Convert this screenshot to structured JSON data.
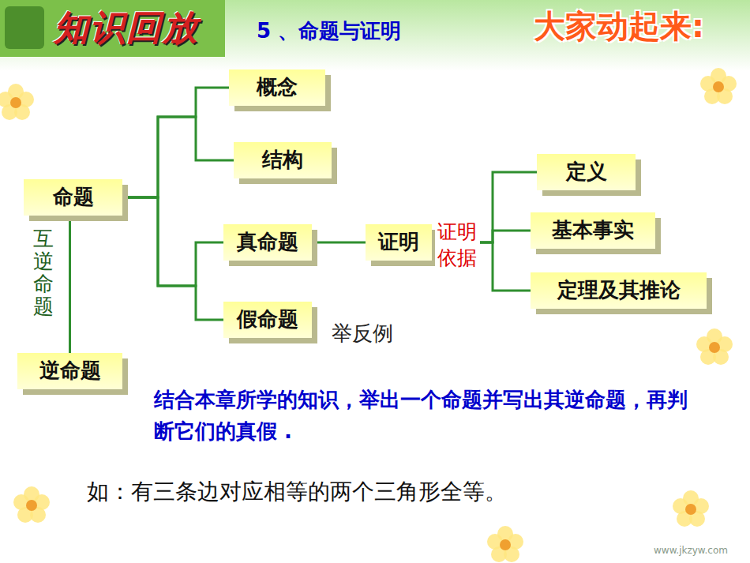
{
  "diagram": {
    "title": "5 、命题与证明",
    "nodes": [
      {
        "text": [
          "命题"
        ]
      },
      {
        "text": [
          "概念"
        ]
      },
      {
        "text": [
          "结构"
        ]
      },
      {
        "text": [
          "真命题"
        ]
      },
      {
        "text": [
          "假命题"
        ]
      },
      {
        "text": [
          "证明"
        ]
      },
      {
        "text": [
          "定义"
        ]
      },
      {
        "text": [
          "基本事实"
        ]
      },
      {
        "text": [
          "定理及其推论"
        ]
      },
      {
        "text": [
          "逆命题"
        ]
      }
    ],
    "edges": [
      {
        "from": 0,
        "to": 1,
        "arrow": "none"
      },
      {
        "from": 0,
        "to": 2,
        "arrow": "none"
      },
      {
        "from": 0,
        "to": 3,
        "arrow": "none"
      },
      {
        "from": 0,
        "to": 4,
        "arrow": "none"
      },
      {
        "from": 3,
        "to": 5,
        "arrow": "none"
      },
      {
        "from": 5,
        "to": 6,
        "arrow": "none"
      },
      {
        "from": 5,
        "to": 7,
        "arrow": "none"
      },
      {
        "from": 5,
        "to": 8,
        "arrow": "none"
      },
      {
        "from": 0,
        "to": 9,
        "label": "互逆命题",
        "arrow": "none"
      }
    ],
    "labels": [
      "知识回放",
      "大家动起来:",
      "证明依据",
      "举反例",
      "结合本章所学的知识，举出一个命题并写出其逆命题，再判断它们的真假 .",
      "如：有三条边对应相等的两个三角形全等。",
      "www.jkzyw.com"
    ]
  }
}
